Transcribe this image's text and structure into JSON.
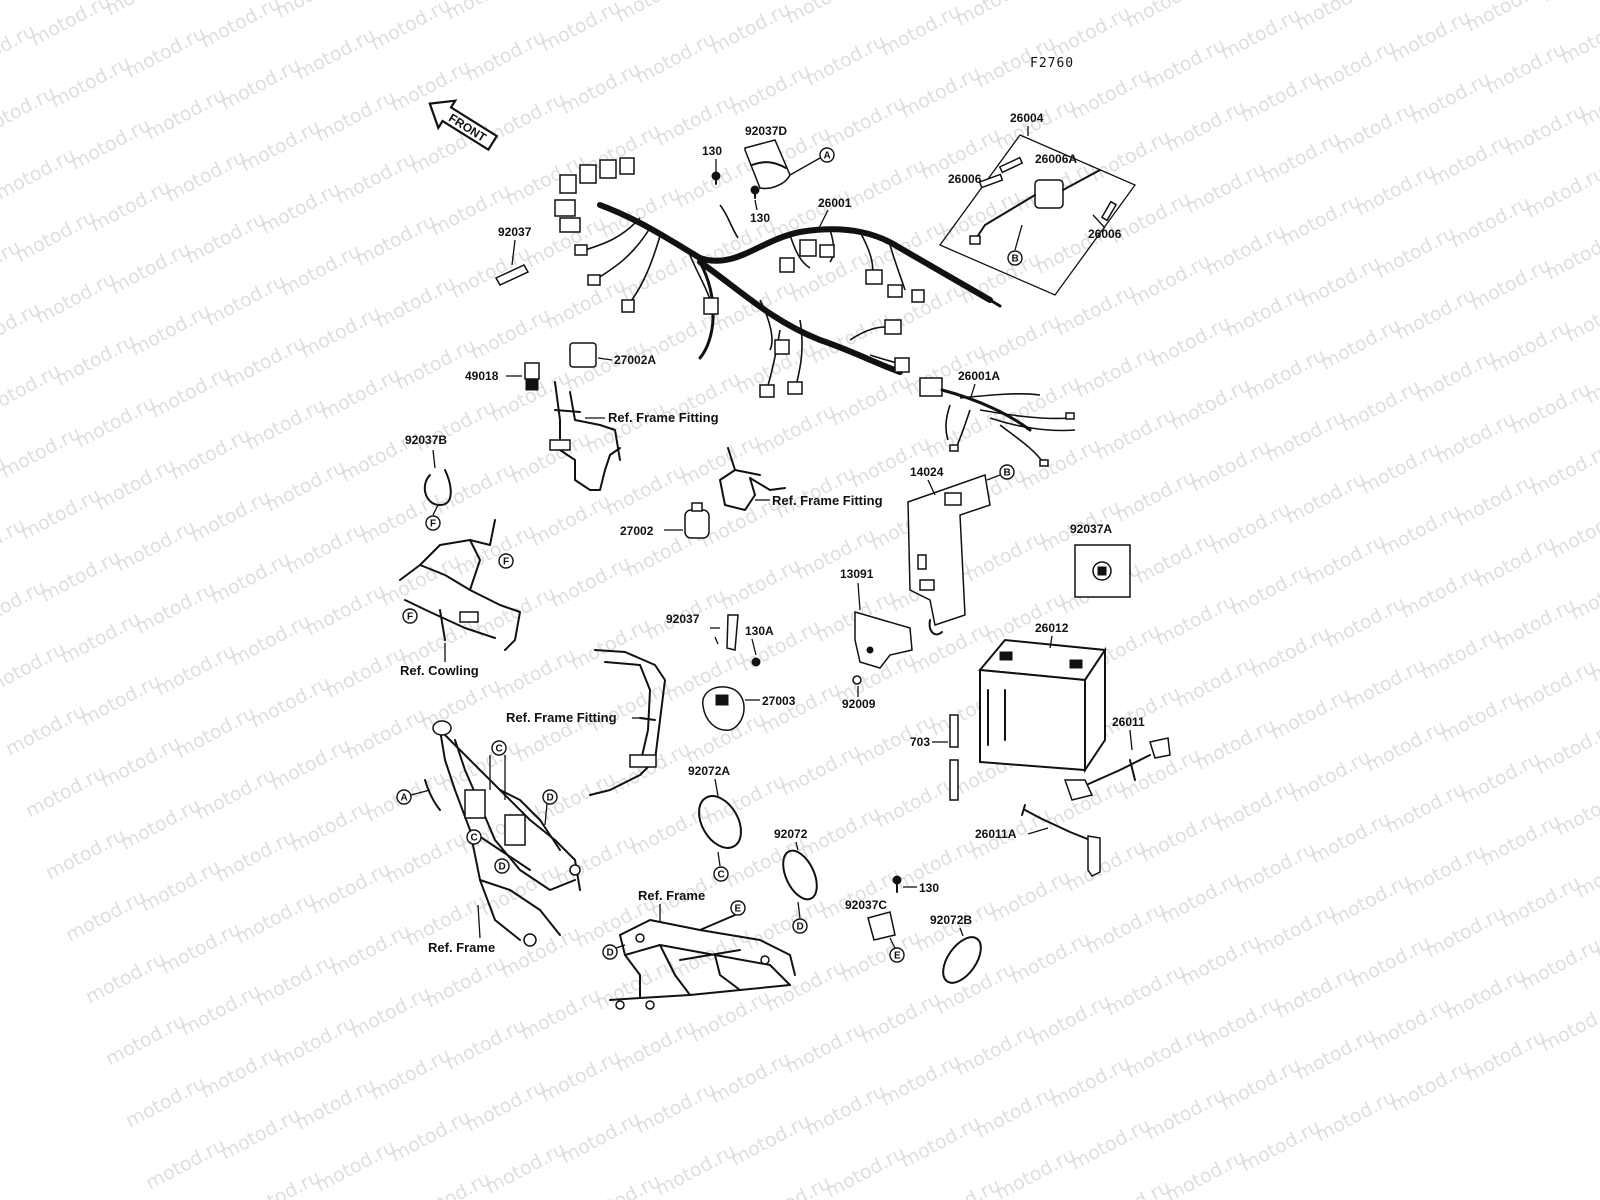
{
  "diagram": {
    "code": "F2760",
    "front_label": "FRONT",
    "watermark": "motod.ru",
    "parts": [
      {
        "id": "p92037D",
        "label": "92037D"
      },
      {
        "id": "p130a",
        "label": "130"
      },
      {
        "id": "p130b",
        "label": "130"
      },
      {
        "id": "p26001",
        "label": "26001"
      },
      {
        "id": "p26004",
        "label": "26004"
      },
      {
        "id": "p26006a",
        "label": "26006"
      },
      {
        "id": "p26006A",
        "label": "26006A"
      },
      {
        "id": "p26006b",
        "label": "26006"
      },
      {
        "id": "p92037",
        "label": "92037"
      },
      {
        "id": "p27002A",
        "label": "27002A"
      },
      {
        "id": "p49018",
        "label": "49018"
      },
      {
        "id": "p26001A",
        "label": "26001A"
      },
      {
        "id": "p92037B",
        "label": "92037B"
      },
      {
        "id": "p14024",
        "label": "14024"
      },
      {
        "id": "p27002",
        "label": "27002"
      },
      {
        "id": "p92037A",
        "label": "92037A"
      },
      {
        "id": "p13091",
        "label": "13091"
      },
      {
        "id": "p92037b2",
        "label": "92037"
      },
      {
        "id": "p130A",
        "label": "130A"
      },
      {
        "id": "p26012",
        "label": "26012"
      },
      {
        "id": "p27003",
        "label": "27003"
      },
      {
        "id": "p92009",
        "label": "92009"
      },
      {
        "id": "p703",
        "label": "703"
      },
      {
        "id": "p26011",
        "label": "26011"
      },
      {
        "id": "p92072A",
        "label": "92072A"
      },
      {
        "id": "p26011A",
        "label": "26011A"
      },
      {
        "id": "p92072",
        "label": "92072"
      },
      {
        "id": "p130c",
        "label": "130"
      },
      {
        "id": "p92037C",
        "label": "92037C"
      },
      {
        "id": "p92072B",
        "label": "92072B"
      }
    ],
    "references": [
      {
        "id": "r1",
        "label": "Ref. Frame Fitting"
      },
      {
        "id": "r2",
        "label": "Ref. Frame Fitting"
      },
      {
        "id": "r3",
        "label": "Ref. Cowling"
      },
      {
        "id": "r4",
        "label": "Ref. Frame Fitting"
      },
      {
        "id": "r5",
        "label": "Ref. Frame"
      },
      {
        "id": "r6",
        "label": "Ref. Frame"
      }
    ],
    "markers": [
      "A",
      "A",
      "B",
      "B",
      "C",
      "C",
      "C",
      "D",
      "D",
      "D",
      "D",
      "E",
      "E",
      "F",
      "F",
      "F"
    ]
  }
}
